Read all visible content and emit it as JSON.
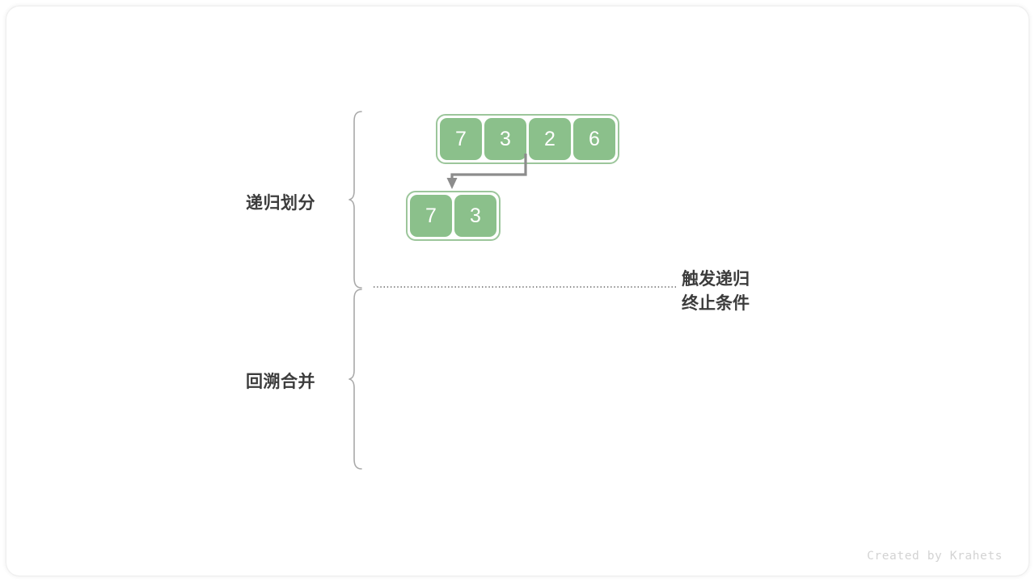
{
  "canvas": {
    "background": "#ffffff",
    "accent_green": "#8BC08B",
    "accent_green_border": "#9CC69B",
    "text_color": "#3c3c3c",
    "connector_color": "#8c8c8c",
    "brace_color": "#a8a8a8"
  },
  "sections": {
    "divide": {
      "label": "递归划分",
      "brace_name": "brace-divide"
    },
    "merge": {
      "label": "回溯合并",
      "brace_name": "brace-merge"
    }
  },
  "arrays": [
    {
      "name": "array-root",
      "values": [
        "7",
        "3",
        "2",
        "6"
      ]
    },
    {
      "name": "array-left-half",
      "values": [
        "7",
        "3"
      ]
    }
  ],
  "connectors": [
    {
      "name": "split-arrow",
      "from": "array-root",
      "to": "array-left-half",
      "style": "elbow-arrow"
    }
  ],
  "divider": {
    "name": "recursion-boundary",
    "style": "dotted"
  },
  "annotation": {
    "line1": "触发递归",
    "line2": "终止条件"
  },
  "footer": {
    "credit": "Created by Krahets"
  }
}
